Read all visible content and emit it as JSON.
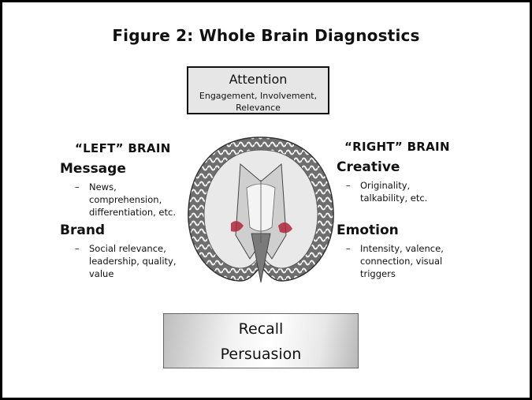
{
  "title": "Figure 2: Whole Brain Diagnostics",
  "attention": {
    "heading": "Attention",
    "line1": "Engagement, Involvement,",
    "line2": "Relevance"
  },
  "left_brain": {
    "heading": "“LEFT” BRAIN",
    "items": [
      {
        "label": "Message",
        "dash": "–",
        "lines": [
          "News,",
          "comprehension,",
          "differentiation, etc."
        ]
      },
      {
        "label": "Brand",
        "dash": "–",
        "lines": [
          "Social relevance,",
          "leadership, quality,",
          "value"
        ]
      }
    ]
  },
  "right_brain": {
    "heading": "“RIGHT” BRAIN",
    "items": [
      {
        "label": "Creative",
        "dash": "–",
        "lines": [
          "Originality,",
          "talkability, etc."
        ]
      },
      {
        "label": "Emotion",
        "dash": "–",
        "lines": [
          "Intensity, valence,",
          "connection, visual",
          "triggers"
        ]
      }
    ]
  },
  "outcome": {
    "line1": "Recall",
    "line2": "Persuasion"
  },
  "image": {
    "icon": "brain-cross-section-illustration"
  },
  "colors": {
    "border": "#000000",
    "attention_fill": "#e6e6e6",
    "highlight": "#b0283a"
  }
}
